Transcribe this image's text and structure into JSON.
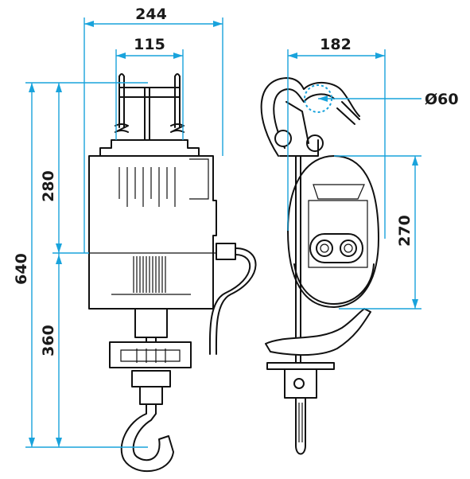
{
  "dimensions": {
    "width_total": "244",
    "width_upper": "115",
    "height_total": "640",
    "height_upper": "280",
    "height_lower": "360",
    "side_width": "182",
    "side_height": "270",
    "hook_diameter": "Ø60"
  },
  "colors": {
    "dimension_line": "#19a3dc",
    "outline": "#111111",
    "text": "#1a1a1a"
  }
}
